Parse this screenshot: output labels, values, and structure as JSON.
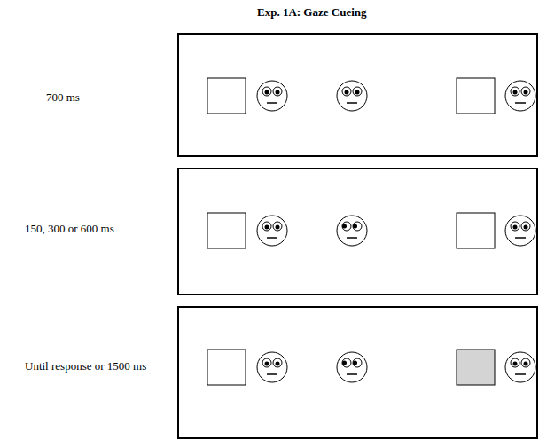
{
  "diagram": {
    "title": "Exp. 1A: Gaze Cueing",
    "labels": [
      "700 ms",
      "150, 300 or 600 ms",
      "Until response or 1500 ms"
    ]
  }
}
